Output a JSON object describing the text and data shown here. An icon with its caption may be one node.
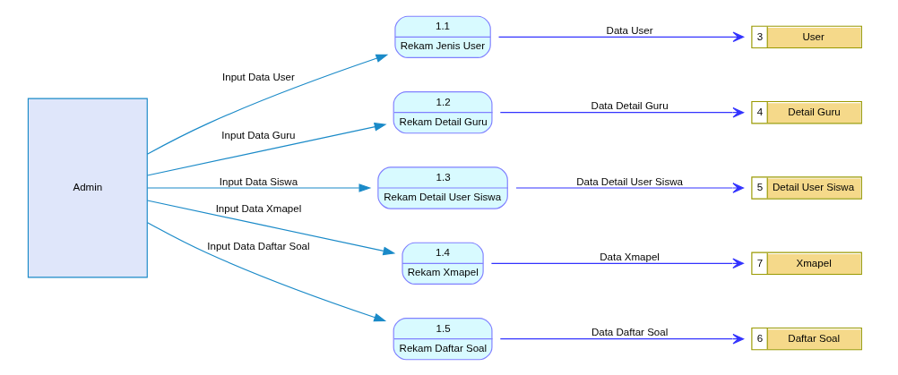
{
  "diagram": {
    "nodes": [
      {
        "text": [
          "Admin"
        ]
      },
      {
        "text": [
          "1.1",
          "Rekam Jenis User"
        ]
      },
      {
        "text": [
          "1.2",
          "Rekam Detail Guru"
        ]
      },
      {
        "text": [
          "1.3",
          "Rekam Detail User Siswa"
        ]
      },
      {
        "text": [
          "1.4",
          "Rekam Xmapel"
        ]
      },
      {
        "text": [
          "1.5",
          "Rekam Daftar Soal"
        ]
      },
      {
        "text": [
          "3",
          "User"
        ]
      },
      {
        "text": [
          "4",
          "Detail Guru"
        ]
      },
      {
        "text": [
          "5",
          "Detail User Siswa"
        ]
      },
      {
        "text": [
          "7",
          "Xmapel"
        ]
      },
      {
        "text": [
          "6",
          "Daftar Soal"
        ]
      }
    ],
    "edges": [
      {
        "from": 0,
        "to": 1,
        "arrow": "to",
        "label": "Input Data User",
        "color": "#1a8ac8"
      },
      {
        "from": 0,
        "to": 2,
        "arrow": "to",
        "label": "Input Data Guru",
        "color": "#1a8ac8"
      },
      {
        "from": 0,
        "to": 3,
        "arrow": "to",
        "label": "Input Data Siswa",
        "color": "#1a8ac8"
      },
      {
        "from": 0,
        "to": 4,
        "arrow": "to",
        "label": "Input Data Xmapel",
        "color": "#1a8ac8"
      },
      {
        "from": 0,
        "to": 5,
        "arrow": "to",
        "label": "Input Data Daftar Soal",
        "color": "#1a8ac8"
      },
      {
        "from": 1,
        "to": 6,
        "arrow": "to",
        "label": "Data User",
        "color": "#3333ff"
      },
      {
        "from": 2,
        "to": 7,
        "arrow": "to",
        "label": "Data Detail Guru",
        "color": "#3333ff"
      },
      {
        "from": 3,
        "to": 8,
        "arrow": "to",
        "label": "Data Detail User Siswa",
        "color": "#3333ff"
      },
      {
        "from": 4,
        "to": 9,
        "arrow": "to",
        "label": "Data Xmapel",
        "color": "#3333ff"
      },
      {
        "from": 5,
        "to": 10,
        "arrow": "to",
        "label": "Data Daftar Soal",
        "color": "#3333ff"
      }
    ]
  }
}
